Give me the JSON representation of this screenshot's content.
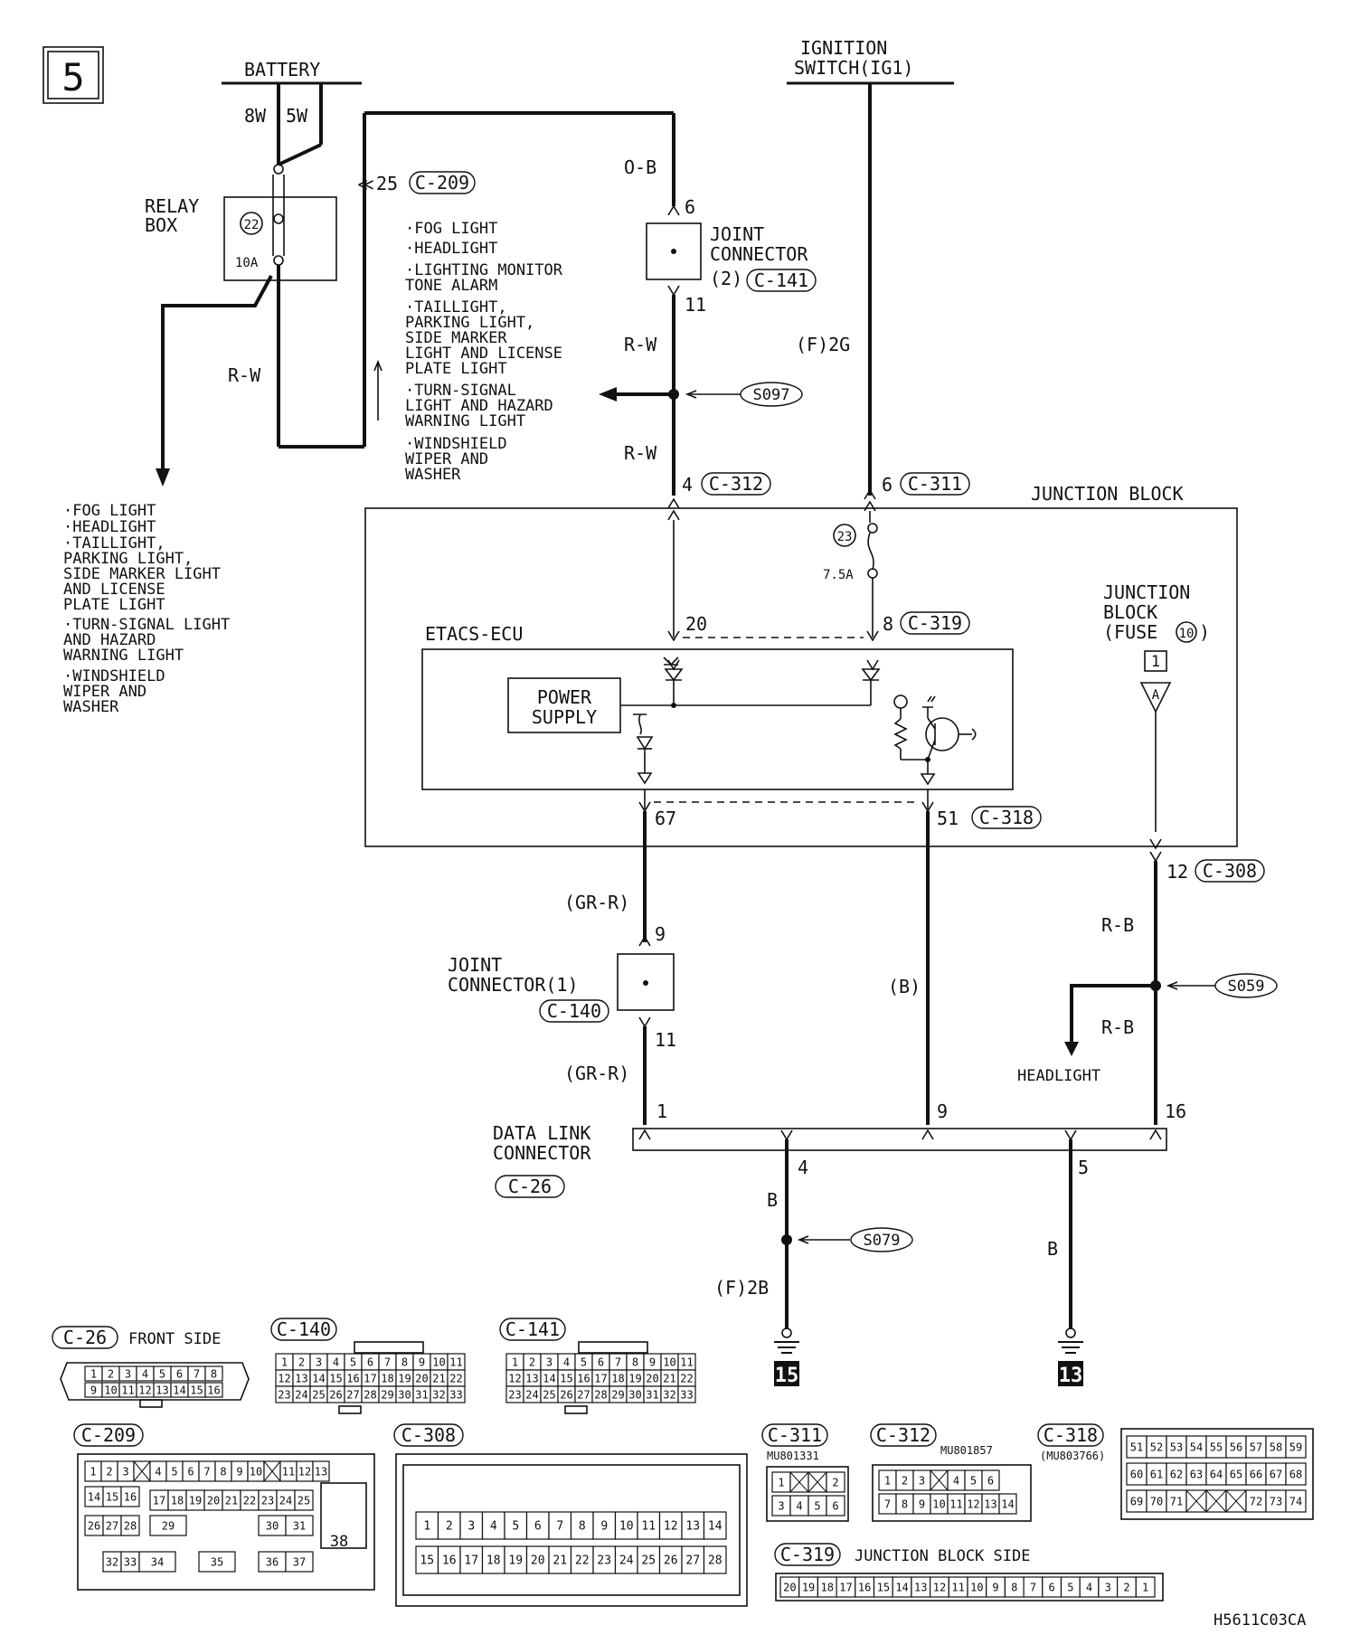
{
  "page_number": "5",
  "battery": "BATTERY",
  "ignition": [
    "IGNITION",
    "SWITCH(IG1)"
  ],
  "relay_box": [
    "RELAY",
    "BOX"
  ],
  "fuse22": {
    "num": "22",
    "amp": "10A"
  },
  "wires": {
    "w8w": "8W",
    "w5w": "5W",
    "rw_left": "R-W",
    "ob": "O-B",
    "rw1": "R-W",
    "rw2": "R-W",
    "f2g": "(F)2G",
    "grr1": "(GR-R)",
    "grr2": "(GR-R)",
    "b_mid": "(B)",
    "rb1": "R-B",
    "rb2": "R-B",
    "b_left": "B",
    "b_right": "B",
    "f2b": "(F)2B"
  },
  "conn_c209": {
    "pin": "25",
    "id": "C-209"
  },
  "left_list": [
    [
      "·FOG LIGHT"
    ],
    [
      "·HEADLIGHT"
    ],
    [
      "·TAILLIGHT,",
      " PARKING LIGHT,",
      " SIDE MARKER LIGHT",
      " AND LICENSE",
      " PLATE LIGHT"
    ],
    [
      "·TURN-SIGNAL LIGHT",
      " AND HAZARD",
      " WARNING LIGHT"
    ],
    [
      "·WINDSHIELD",
      " WIPER AND",
      " WASHER"
    ]
  ],
  "mid_list": [
    [
      "·FOG LIGHT"
    ],
    [
      "·HEADLIGHT"
    ],
    [
      "·LIGHTING MONITOR",
      " TONE ALARM"
    ],
    [
      "·TAILLIGHT,",
      " PARKING LIGHT,",
      " SIDE MARKER",
      " LIGHT AND LICENSE",
      " PLATE LIGHT"
    ],
    [
      "·TURN-SIGNAL",
      " LIGHT AND HAZARD",
      " WARNING LIGHT"
    ],
    [
      "·WINDSHIELD",
      " WIPER AND",
      " WASHER"
    ]
  ],
  "joint2": {
    "label": [
      "JOINT",
      "CONNECTOR",
      "(2)"
    ],
    "id": "C-141",
    "pin_in": "6",
    "pin_out": "11"
  },
  "joint1": {
    "label": [
      "JOINT",
      "CONNECTOR(1)"
    ],
    "id": "C-140",
    "pin_in": "9",
    "pin_out": "11"
  },
  "splices": {
    "s097": "S097",
    "s059": "S059",
    "s079": "S079"
  },
  "c312": {
    "pin": "4",
    "id": "C-312"
  },
  "c311": {
    "pin": "6",
    "id": "C-311"
  },
  "junction_block": "JUNCTION BLOCK",
  "fuse23": {
    "num": "23",
    "amp": "7.5A"
  },
  "c319": {
    "pin": "8",
    "id": "C-319",
    "pin20": "20"
  },
  "etacs": "ETACS-ECU",
  "power_supply": [
    "POWER",
    "SUPPLY"
  ],
  "jb_fuse": {
    "label": [
      "JUNCTION",
      "BLOCK",
      "(FUSE"
    ],
    "num": "10",
    "box": "1",
    "tri": "A"
  },
  "c318": {
    "pin67": "67",
    "pin51": "51",
    "id": "C-318"
  },
  "c308": {
    "pin": "12",
    "id": "C-308"
  },
  "headlight": "HEADLIGHT",
  "dlc": {
    "label": [
      "DATA LINK",
      "CONNECTOR"
    ],
    "id": "C-26",
    "p1": "1",
    "p9": "9",
    "p16": "16",
    "p4": "4",
    "p5": "5"
  },
  "grounds": {
    "g15": "15",
    "g13": "13"
  },
  "footer_code": "H5611C03CA",
  "views": {
    "c26": {
      "id": "C-26",
      "caption": "FRONT SIDE",
      "row1": [
        "1",
        "2",
        "3",
        "4",
        "5",
        "6",
        "7",
        "8"
      ],
      "row2": [
        "9",
        "10",
        "11",
        "12",
        "13",
        "14",
        "15",
        "16"
      ]
    },
    "c140": {
      "id": "C-140"
    },
    "c141": {
      "id": "C-141"
    },
    "c209": {
      "id": "C-209",
      "row1": [
        "1",
        "2",
        "3",
        "",
        "4",
        "5",
        "6",
        "7",
        "8",
        "9",
        "10",
        "",
        "11",
        "12",
        "13"
      ],
      "row2": [
        "14",
        "15",
        "16",
        "17",
        "18",
        "19",
        "20",
        "21",
        "22",
        "23",
        "24",
        "25"
      ],
      "row3": [
        "26",
        "27",
        "28",
        "29",
        "30",
        "31"
      ],
      "row4": [
        "32",
        "33",
        "34",
        "35",
        "36",
        "37"
      ],
      "big": "38"
    },
    "c308": {
      "id": "C-308",
      "row1": [
        "1",
        "2",
        "3",
        "4",
        "5",
        "6",
        "7",
        "8",
        "9",
        "10",
        "11",
        "12",
        "13",
        "14"
      ],
      "row2": [
        "15",
        "16",
        "17",
        "18",
        "19",
        "20",
        "21",
        "22",
        "23",
        "24",
        "25",
        "26",
        "27",
        "28"
      ]
    },
    "c311": {
      "id": "C-311",
      "part": "MU801331",
      "row1": [
        "1",
        "",
        "",
        "2"
      ],
      "row2": [
        "3",
        "4",
        "5",
        "6"
      ]
    },
    "c312": {
      "id": "C-312",
      "part": "MU801857",
      "row1": [
        "1",
        "2",
        "3",
        "",
        "4",
        "5",
        "6"
      ],
      "row2": [
        "7",
        "8",
        "9",
        "10",
        "11",
        "12",
        "13",
        "14"
      ]
    },
    "c318": {
      "id": "C-318",
      "part": "(MU803766)",
      "row1": [
        "51",
        "52",
        "53",
        "54",
        "55",
        "56",
        "57",
        "58",
        "59"
      ],
      "row2": [
        "60",
        "61",
        "62",
        "63",
        "64",
        "65",
        "66",
        "67",
        "68"
      ],
      "row3": [
        "69",
        "70",
        "71",
        "",
        "",
        "",
        "72",
        "73",
        "74"
      ]
    },
    "c319": {
      "id": "C-319",
      "caption": "JUNCTION BLOCK SIDE",
      "row": [
        "20",
        "19",
        "18",
        "17",
        "16",
        "15",
        "14",
        "13",
        "12",
        "11",
        "10",
        "9",
        "8",
        "7",
        "6",
        "5",
        "4",
        "3",
        "2",
        "1"
      ]
    }
  }
}
